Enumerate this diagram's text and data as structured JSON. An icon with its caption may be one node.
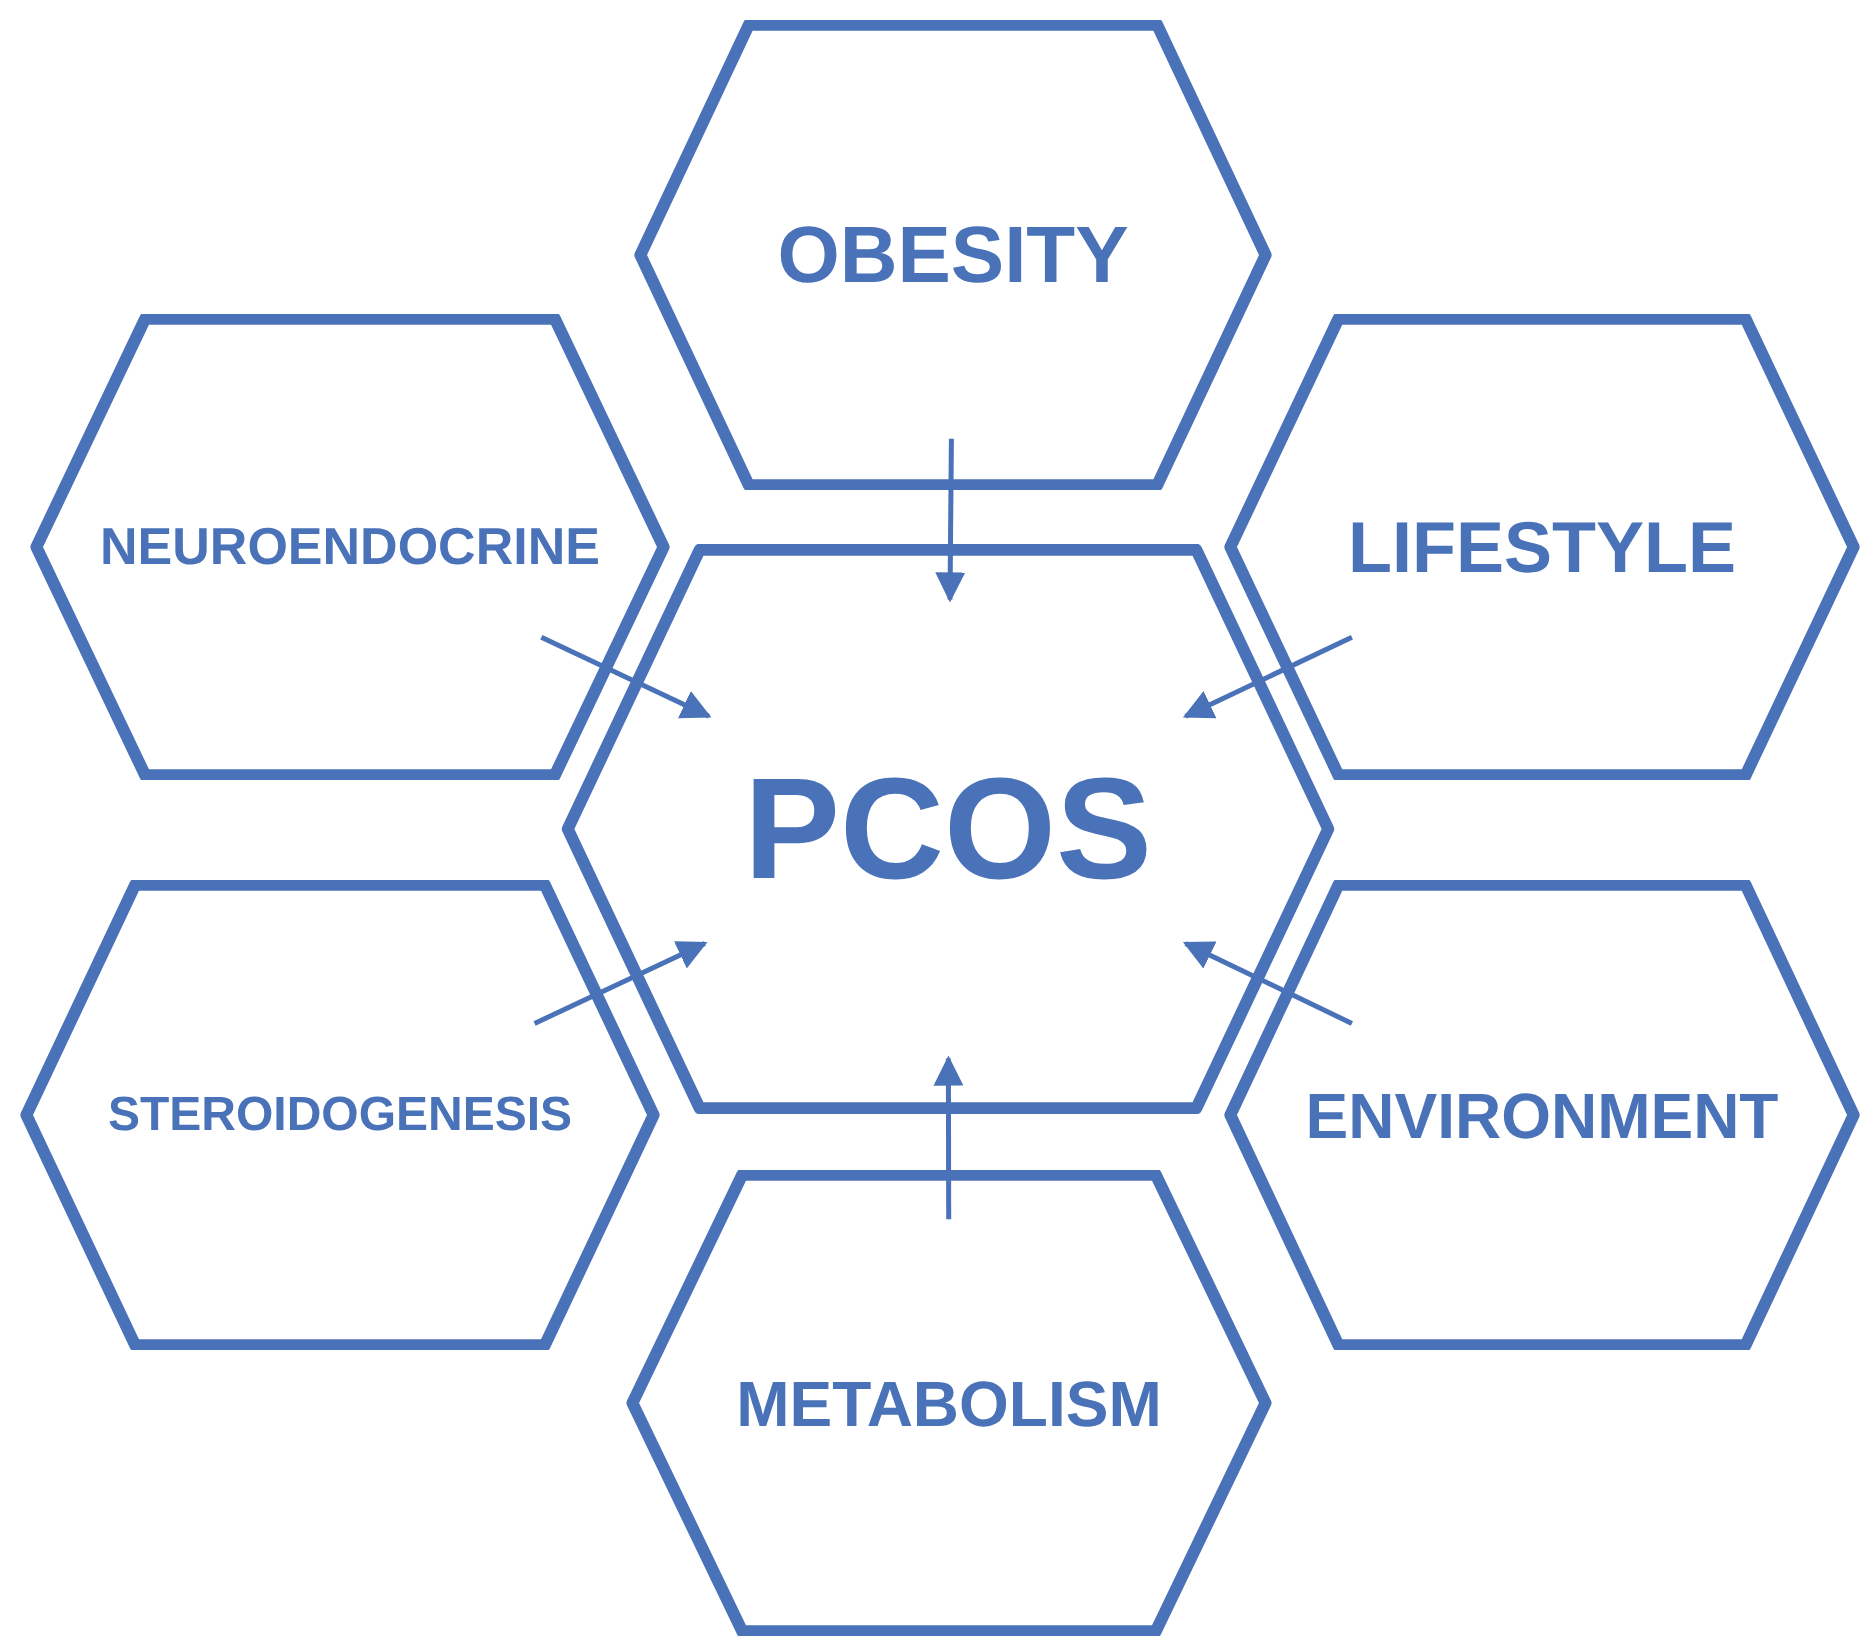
{
  "diagram": {
    "nodes": [
      {
        "text": [
          "OBESITY"
        ]
      },
      {
        "text": [
          "NEUROENDOCRINE"
        ]
      },
      {
        "text": [
          "LIFESTYLE"
        ]
      },
      {
        "text": [
          "PCOS"
        ]
      },
      {
        "text": [
          "STEROIDOGENESIS"
        ]
      },
      {
        "text": [
          "ENVIRONMENT"
        ]
      },
      {
        "text": [
          "METABOLISM"
        ]
      }
    ],
    "edges": [
      {
        "from": 0,
        "to": 3,
        "arrow": "to"
      },
      {
        "from": 1,
        "to": 3,
        "arrow": "to"
      },
      {
        "from": 2,
        "to": 3,
        "arrow": "to"
      },
      {
        "from": 4,
        "to": 3,
        "arrow": "to"
      },
      {
        "from": 5,
        "to": 3,
        "arrow": "to"
      },
      {
        "from": 6,
        "to": 3,
        "arrow": "to"
      }
    ]
  }
}
